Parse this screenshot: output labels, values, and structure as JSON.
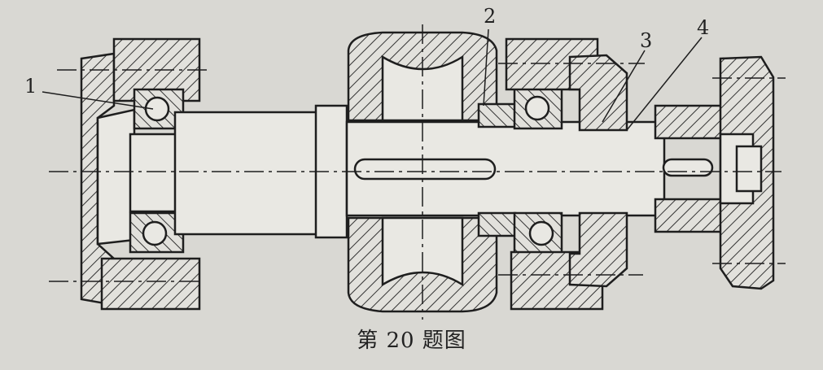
{
  "figure": {
    "caption": "第 20 题图",
    "callouts": [
      "1",
      "2",
      "3",
      "4"
    ]
  },
  "colors": {
    "paper": "#d9d8d3",
    "ink": "#1e1e1e",
    "hatch": "#3a3a3a"
  }
}
